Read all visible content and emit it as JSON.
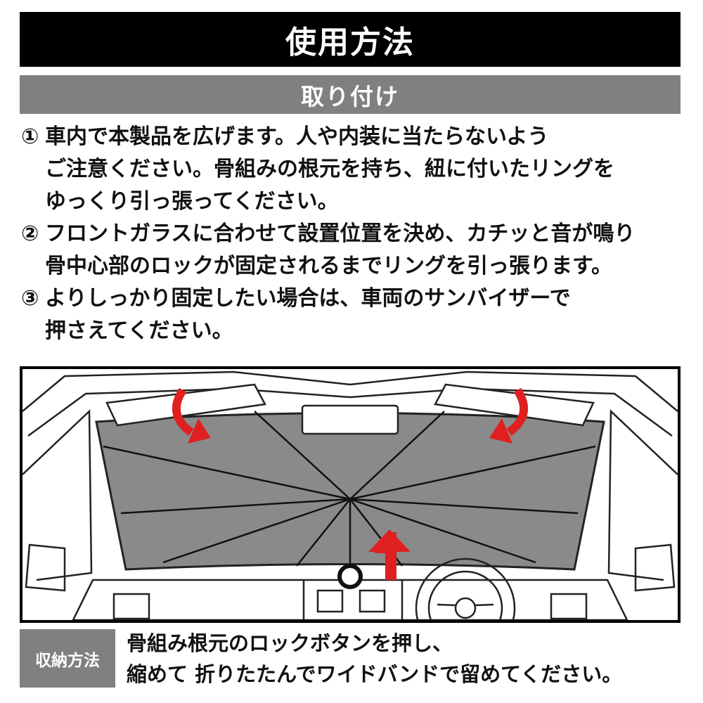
{
  "title": "使用方法",
  "section": "取り付け",
  "steps": [
    {
      "num": "①",
      "lines": [
        "車内で本製品を広げます。人や内装に当たらないよう",
        "ご注意ください。骨組みの根元を持ち、紐に付いたリングを",
        "ゆっくり引っ張ってください。"
      ]
    },
    {
      "num": "②",
      "lines": [
        "フロントガラスに合わせて設置位置を決め、カチッと音が鳴り",
        "骨中心部のロックが固定されるまでリングを引っ張ります。"
      ]
    },
    {
      "num": "③",
      "lines": [
        "よりしっかり固定したい場合は、車両のサンバイザーで",
        "押さえてください。"
      ]
    }
  ],
  "storage": {
    "label": "収納方法",
    "lines": [
      "骨組み根元のロックボタンを押し、",
      "縮めて 折りたたんでワイドバンドで留めてください。"
    ]
  },
  "colors": {
    "title_bg": "#000000",
    "section_bg": "#808080",
    "shade": "#8a8a8a",
    "arrow": "#e02020"
  },
  "icons": [
    "curved-arrow-left-icon",
    "curved-arrow-right-icon",
    "up-arrow-icon",
    "ring-icon"
  ]
}
